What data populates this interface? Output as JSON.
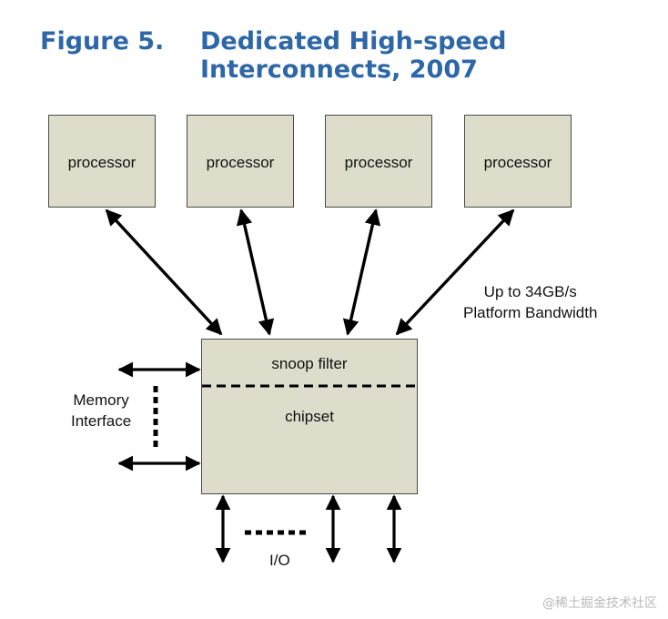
{
  "figure": {
    "number": "Figure 5.",
    "title_line1": "Dedicated High-speed",
    "title_line2": "Interconnects, 2007"
  },
  "processors": [
    {
      "label": "processor"
    },
    {
      "label": "processor"
    },
    {
      "label": "processor"
    },
    {
      "label": "processor"
    }
  ],
  "chipset": {
    "top_label": "snoop filter",
    "main_label": "chipset"
  },
  "bandwidth": {
    "line1": "Up to 34GB/s",
    "line2": "Platform Bandwidth"
  },
  "memory": {
    "line1": "Memory",
    "line2": "Interface"
  },
  "io": {
    "label": "I/O"
  },
  "watermark": "@稀土掘金技术社区",
  "colors": {
    "title": "#2e67a7",
    "box_fill": "#deddcb",
    "line": "#000000"
  }
}
